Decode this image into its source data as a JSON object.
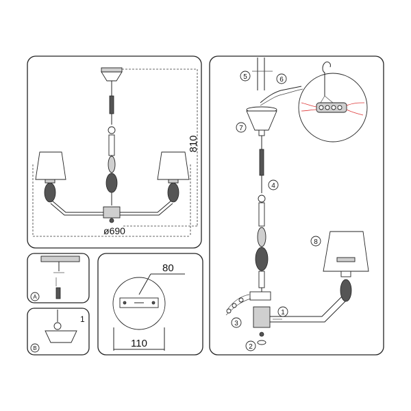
{
  "dimensions": {
    "diameter": "ø690",
    "height": "810",
    "plate_width": "110",
    "plate_hole_spacing": "80"
  },
  "inset_labels": {
    "a": "A",
    "b": "B",
    "step_one": "1"
  },
  "callouts": [
    "1",
    "2",
    "3",
    "4",
    "5",
    "6",
    "7",
    "8"
  ]
}
